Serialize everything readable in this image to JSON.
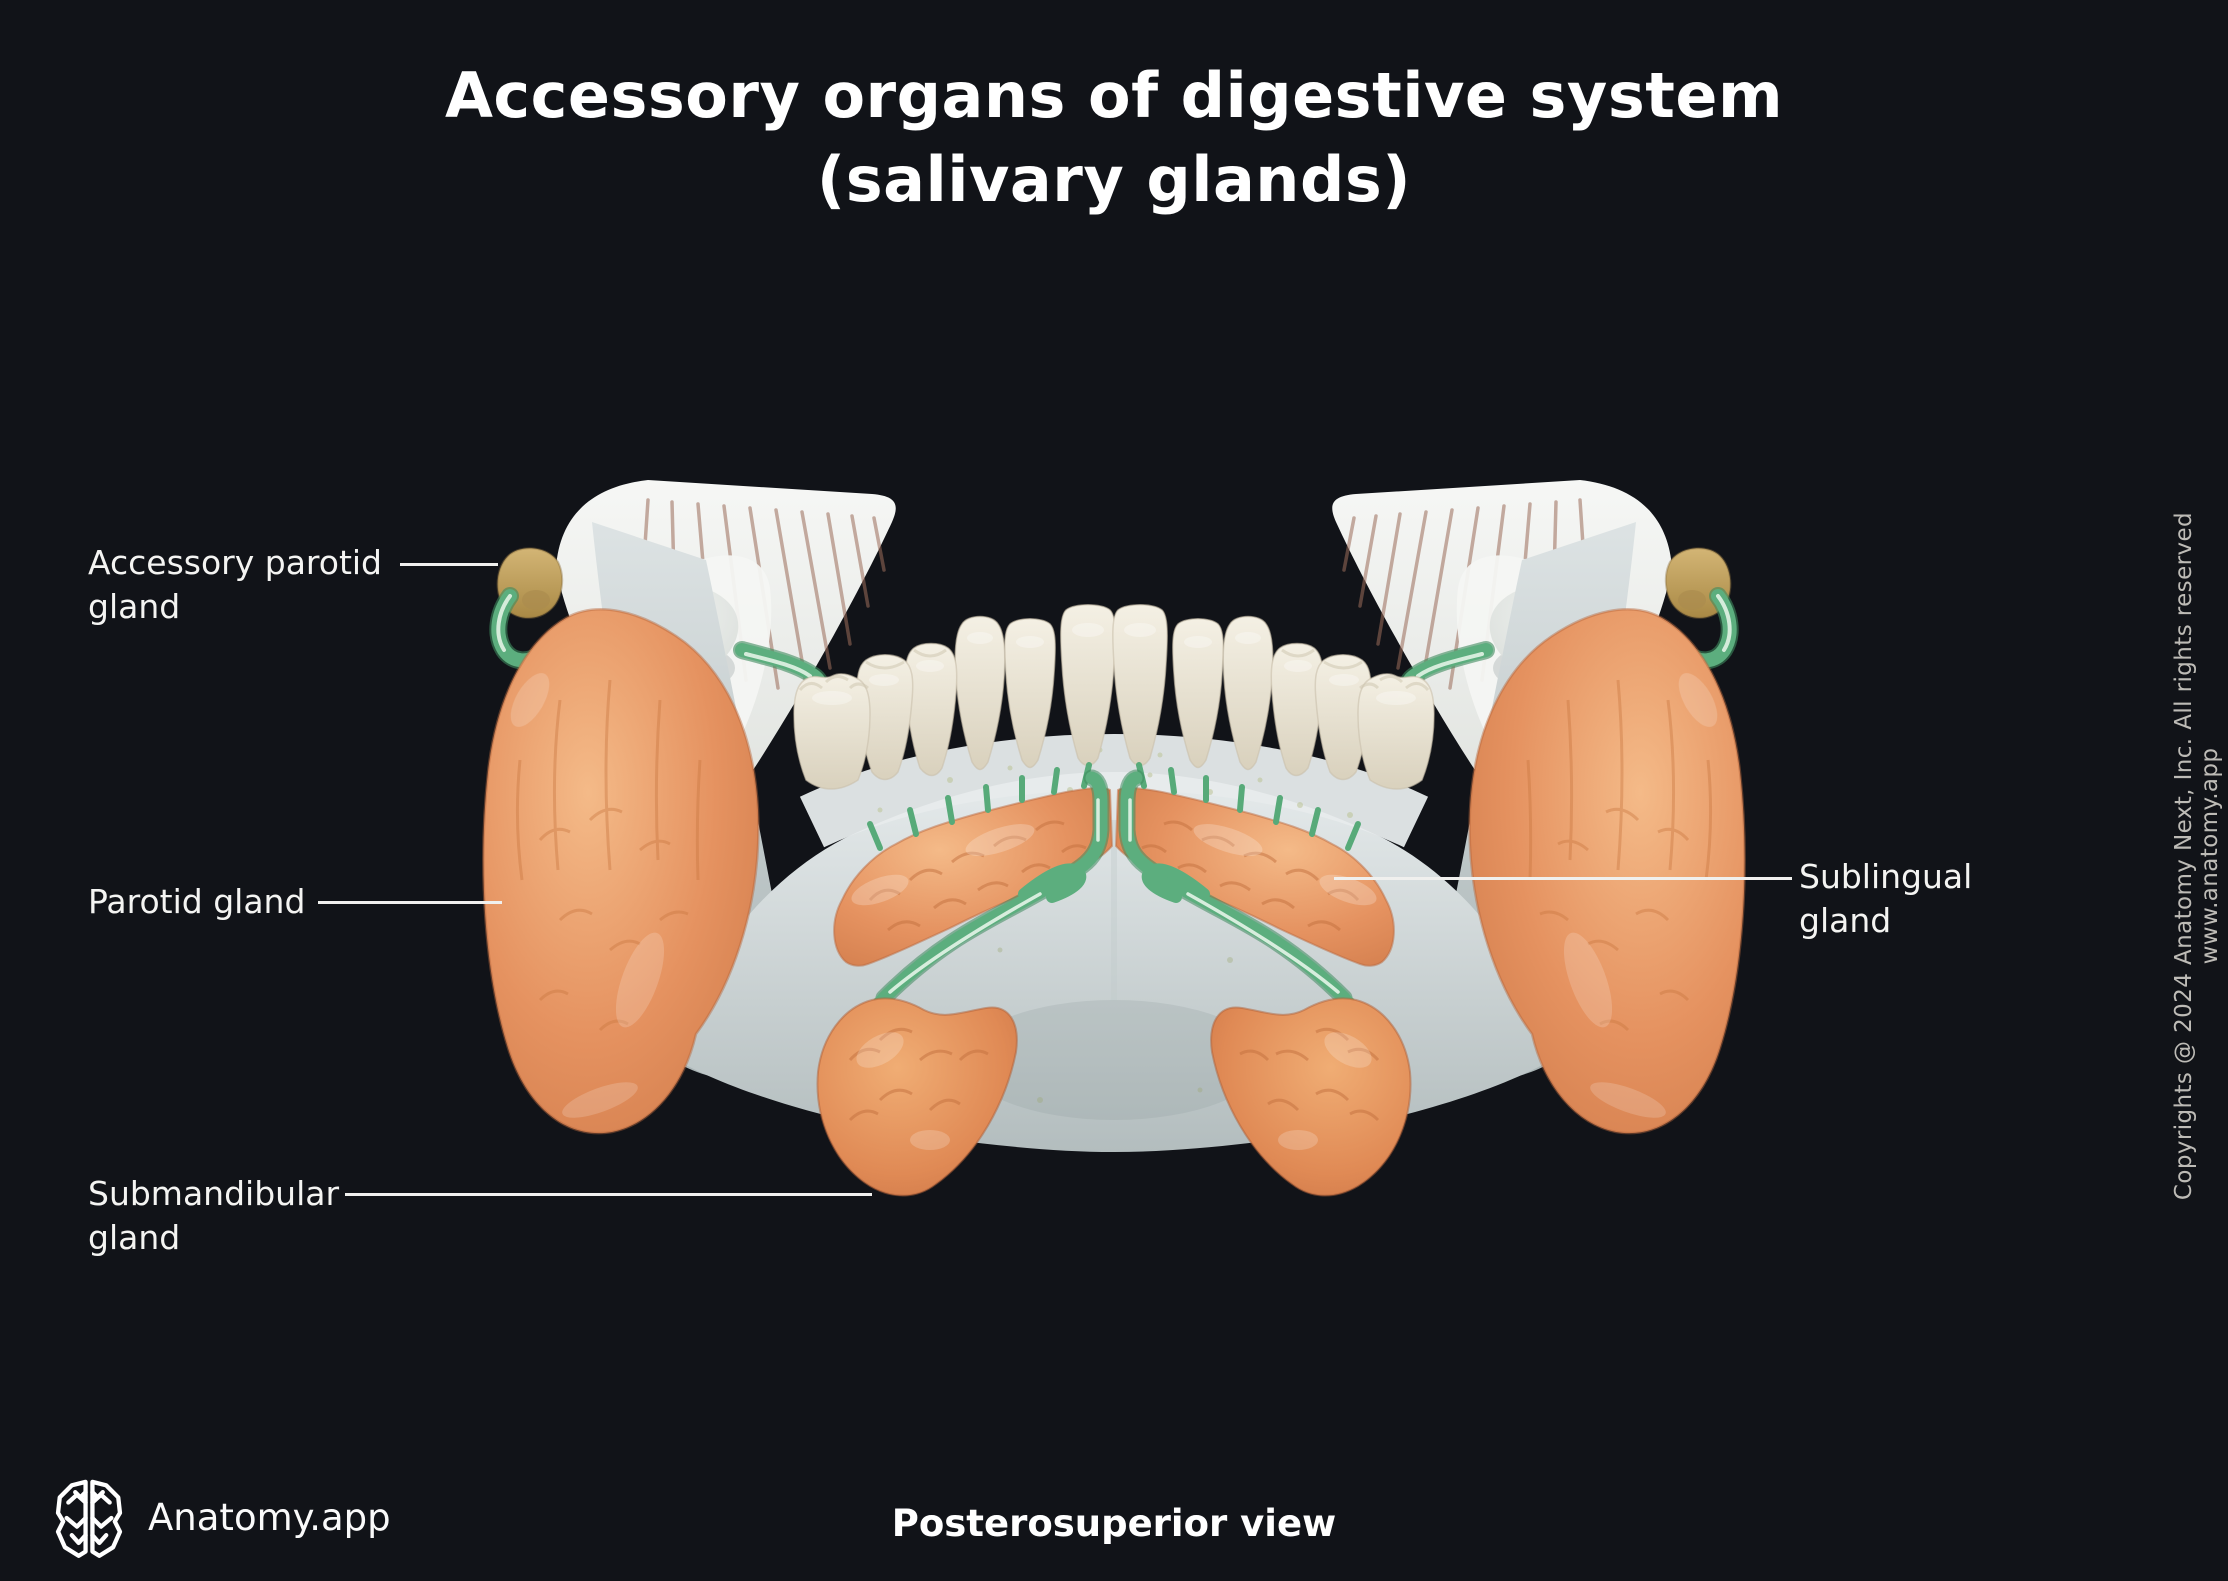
{
  "title": {
    "line1": "Accessory organs of digestive system",
    "line2": "(salivary glands)"
  },
  "labels": {
    "accessory_parotid": "Accessory parotid\ngland",
    "parotid": "Parotid gland",
    "submandibular": "Submandibular\ngland",
    "sublingual": "Sublingual\ngland"
  },
  "footer": {
    "brand": "Anatomy.app",
    "view_caption": "Posterosuperior view"
  },
  "copyright": "Copyrights @ 2024 Anatomy Next, Inc. All rights reserved www.anatomy.app",
  "illustration": {
    "subject": "Mandible with salivary glands, posterosuperior view",
    "structures": [
      "Parotid gland",
      "Accessory parotid gland",
      "Submandibular gland",
      "Sublingual gland",
      "Salivary ducts",
      "Mandible",
      "Teeth",
      "Muscle fibers"
    ],
    "colors": {
      "background": "#111318",
      "gland_orange": "#e59260",
      "duct_green": "#5cae7e",
      "bone_gray": "#cfd8d9",
      "accessory_tan": "#c2a05e",
      "text_white": "#f5f5f3",
      "copyright_gray": "#bdbbb6"
    }
  },
  "icons": {
    "logo": "brain-logo-icon"
  }
}
